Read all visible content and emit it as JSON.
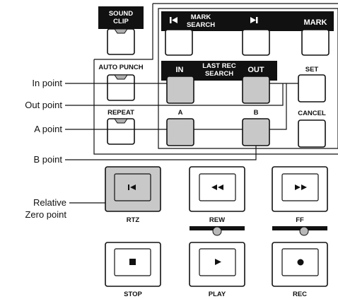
{
  "callouts": {
    "in_point": "In point",
    "out_point": "Out point",
    "a_point": "A point",
    "b_point": "B point",
    "relative_line1": "Relative",
    "relative_line2": "Zero point"
  },
  "panel": {
    "sound_clip_line1": "SOUND",
    "sound_clip_line2": "CLIP",
    "mark_search_line1": "MARK",
    "mark_search_line2": "SEARCH",
    "mark": "MARK",
    "auto_punch": "AUTO PUNCH",
    "in": "IN",
    "last_rec_line1": "LAST REC",
    "last_rec_line2": "SEARCH",
    "out": "OUT",
    "set": "SET",
    "repeat": "REPEAT",
    "a": "A",
    "b": "B",
    "cancel": "CANCEL"
  },
  "transport": {
    "rtz": "RTZ",
    "rew": "REW",
    "ff": "FF",
    "stop": "STOP",
    "play": "PLAY",
    "rec": "REC"
  },
  "icons": [
    "skip-back-icon",
    "skip-forward-icon",
    "rewind-icon",
    "fast-forward-icon",
    "stop-icon",
    "play-icon",
    "record-icon",
    "led-indicator-icon"
  ],
  "colors": {
    "highlight_button": "#c8c8c8",
    "led": "#b0b0b0",
    "ink": "#111111"
  }
}
